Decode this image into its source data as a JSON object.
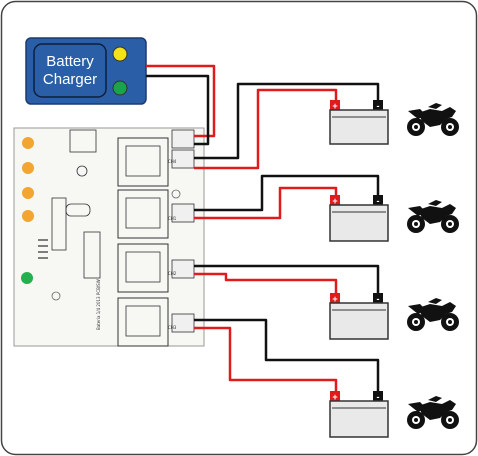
{
  "charger": {
    "line1": "Battery",
    "line2": "Charger",
    "body_color": "#2a5fa8",
    "lamp_colors": [
      "#f2e11b",
      "#1aa34a"
    ]
  },
  "pcb": {
    "channel_labels": [
      "CH1",
      "CH2",
      "CH3",
      "CH4"
    ],
    "board_text": "Bateria 1/4 2013 PCB/SW",
    "led_colors": [
      "#f2a531",
      "#f2a531",
      "#f2a531",
      "#f2a531",
      "#22b14c"
    ]
  },
  "batteries": [
    {
      "pos_label": "+",
      "neg_label": "-",
      "icon": "motorcycle-icon"
    },
    {
      "pos_label": "+",
      "neg_label": "-",
      "icon": "motorcycle-icon"
    },
    {
      "pos_label": "+",
      "neg_label": "-",
      "icon": "motorcycle-icon"
    },
    {
      "pos_label": "+",
      "neg_label": "-",
      "icon": "motorcycle-icon"
    }
  ],
  "colors": {
    "wire_positive": "#e01b1b",
    "wire_negative": "#111111",
    "battery_body": "#e9e9e9",
    "frame_border": "#444444"
  }
}
